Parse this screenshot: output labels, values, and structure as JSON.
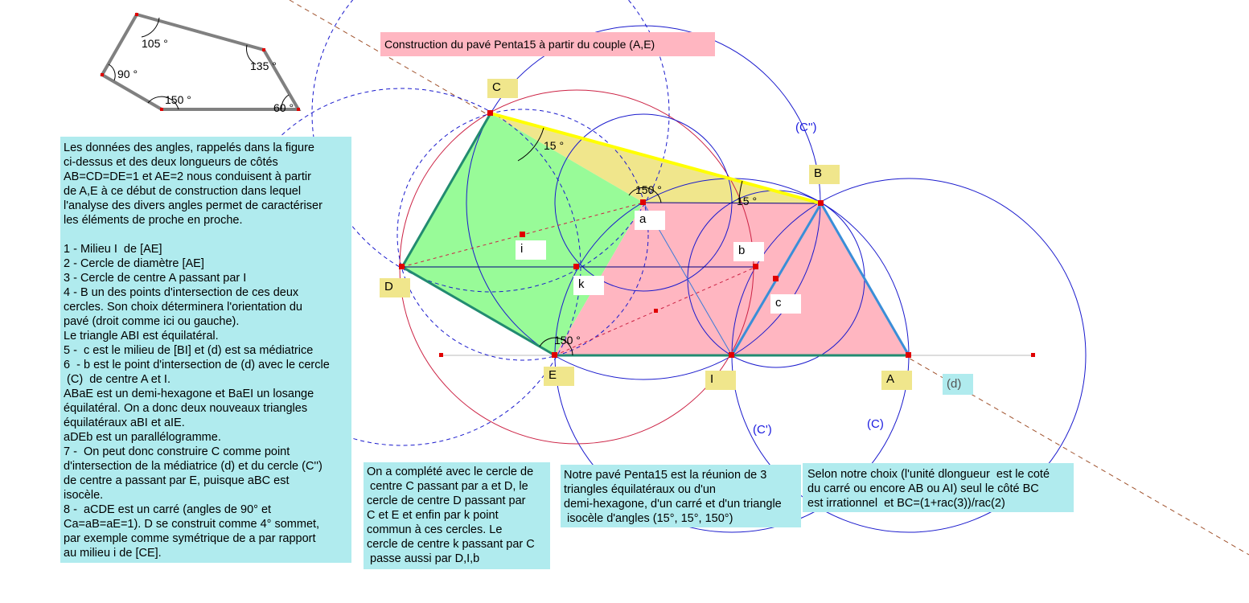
{
  "title": "Construction du pavé Penta15 à partir du couple (A,E)",
  "thumbnail_angles": [
    "105 °",
    "135 °",
    "90 °",
    "150 °",
    "60 °"
  ],
  "main_angles": [
    "15 °",
    "150 °",
    "15 °",
    "150 °"
  ],
  "circle_labels": [
    "(C'')",
    "(C')",
    "(C)"
  ],
  "point_labels": {
    "C": "C",
    "B": "B",
    "D": "D",
    "E": "E",
    "I": "I",
    "A": "A",
    "a": "a",
    "i": "i",
    "b": "b",
    "k": "k",
    "c": "c",
    "d": "(d)"
  },
  "text_main": "Les données des angles, rappelés dans la figure\nci-dessus et des deux longueurs de côtés\nAB=CD=DE=1 et AE=2 nous conduisent à partir\nde A,E à ce début de construction dans lequel\nl'analyse des divers angles permet de caractériser\nles éléments de proche en proche.\n\n1 - Milieu I  de [AE]\n2 - Cercle de diamètre [AE]\n3 - Cercle de centre A passant par I\n4 - B un des points d'intersection de ces deux\ncercles. Son choix déterminera l'orientation du\npavé (droit comme ici ou gauche).\nLe triangle ABI est équilatéral.\n5 -  c est le milieu de [BI] et (d) est sa médiatrice\n6  - b est le point d'intersection de (d) avec le cercle\n (C)  de centre A et I.\nABaE est un demi-hexagone et BaEI un losange\néquilatéral. On a donc deux nouveaux triangles\néquilatéraux aBI et aIE.\naDEb est un parallélogramme.\n7 -  On peut donc construire C comme point\nd'intersection de la médiatrice (d) et du cercle (C'')\nde centre a passant par E, puisque aBC est\nisocèle.\n8 -  aCDE est un carré (angles de 90° et\nCa=aB=aE=1). D se construit comme 4° sommet,\npar exemple comme symétrique de a par rapport\nau milieu i de [CE].",
  "text_circle": "On a complété avec le cercle de\n centre C passant par a et D, le\ncercle de centre D passant par\nC et E et enfin par k point\ncommun à ces cercles. Le\ncercle de centre k passant par C\n passe aussi par D,I,b",
  "text_union": "Notre pavé Penta15 est la réunion de 3\ntriangles équilatéraux ou d'un\ndemi-hexagone, d'un carré et d'un triangle\n isocèle d'angles (15°, 15°, 150°)",
  "text_choice": "Selon notre choix (l'unité dlongueur  est le coté\ndu carré ou encore AB ou AI) seul le côté BC\nest irrationnel  et BC=(1+rac(3))/rac(2)",
  "colors": {
    "green_fill": "#98fb98",
    "pink_fill": "#ffb6c1",
    "yellow_fill": "#f0e68c",
    "yellow_edge": "#ffff00",
    "circle_blue": "#1a1acd",
    "circle_red": "#cc2244",
    "text_bg": "#b0ebee",
    "title_bg": "#ffb6c1",
    "label_bg": "#f0e68c"
  }
}
